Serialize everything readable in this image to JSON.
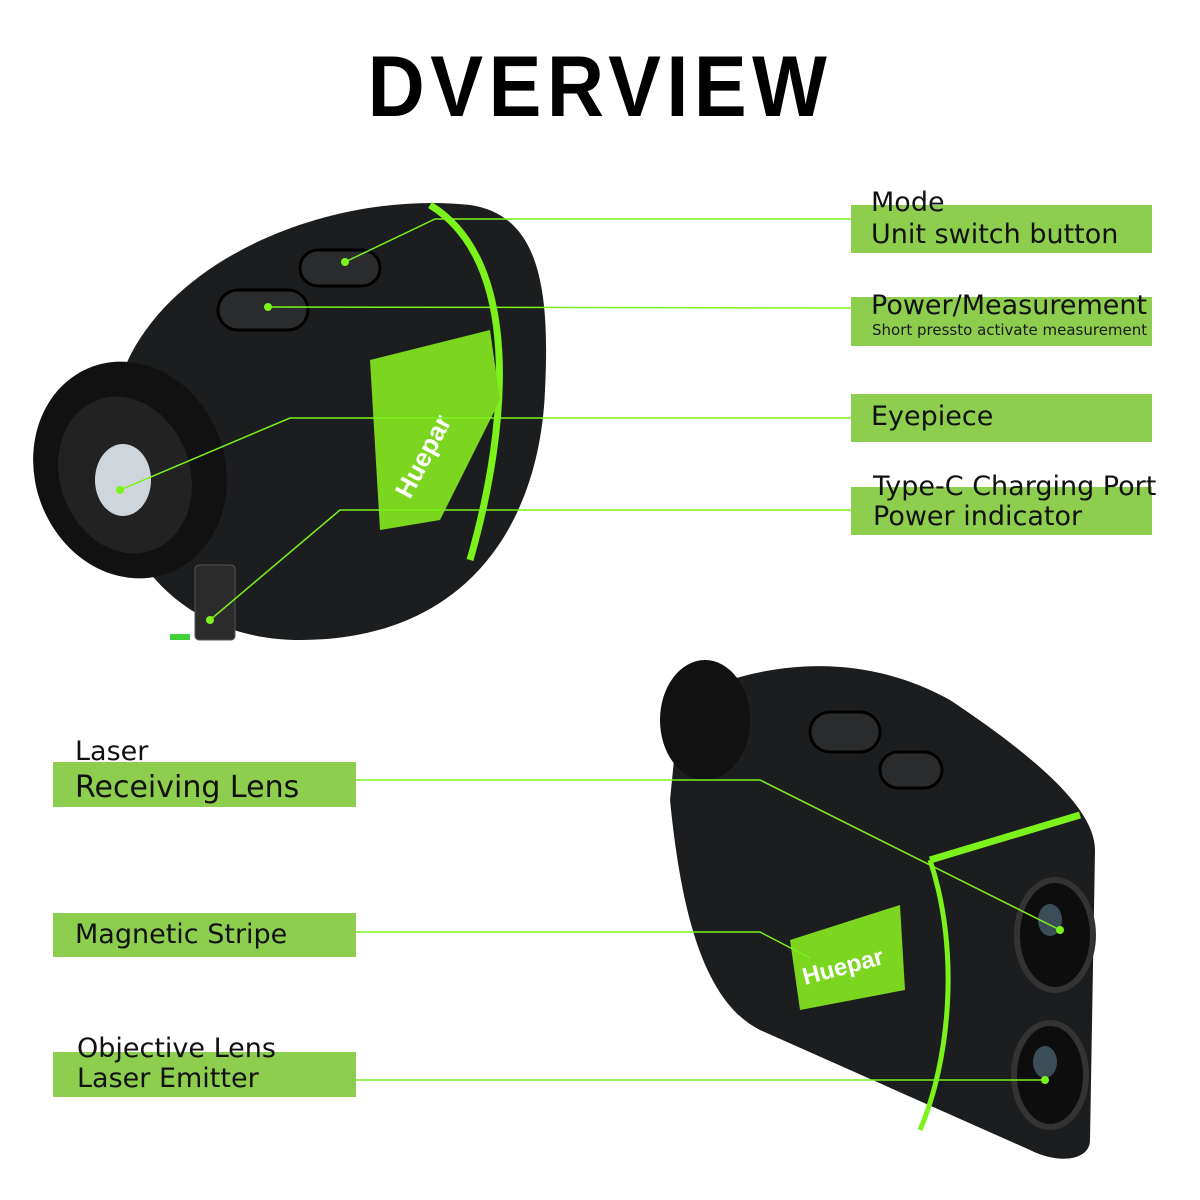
{
  "title": "DVERVIEW",
  "accent_color": "#8dce4f",
  "line_color": "#7cf21c",
  "brand_logo": "Huepar",
  "callouts_right": [
    {
      "lines": [
        "Mode",
        "Unit switch button"
      ]
    },
    {
      "lines": [
        "Power/Measurement"
      ],
      "sub": "Short pressto activate measurement"
    },
    {
      "lines": [
        "Eyepiece"
      ]
    },
    {
      "lines": [
        "Type-C Charging Port",
        "Power indicator"
      ]
    }
  ],
  "callouts_left": [
    {
      "lines": [
        "Laser",
        "Receiving Lens"
      ]
    },
    {
      "lines": [
        "Magnetic Stripe"
      ]
    },
    {
      "lines": [
        "Objective Lens",
        "Laser Emitter"
      ]
    }
  ]
}
